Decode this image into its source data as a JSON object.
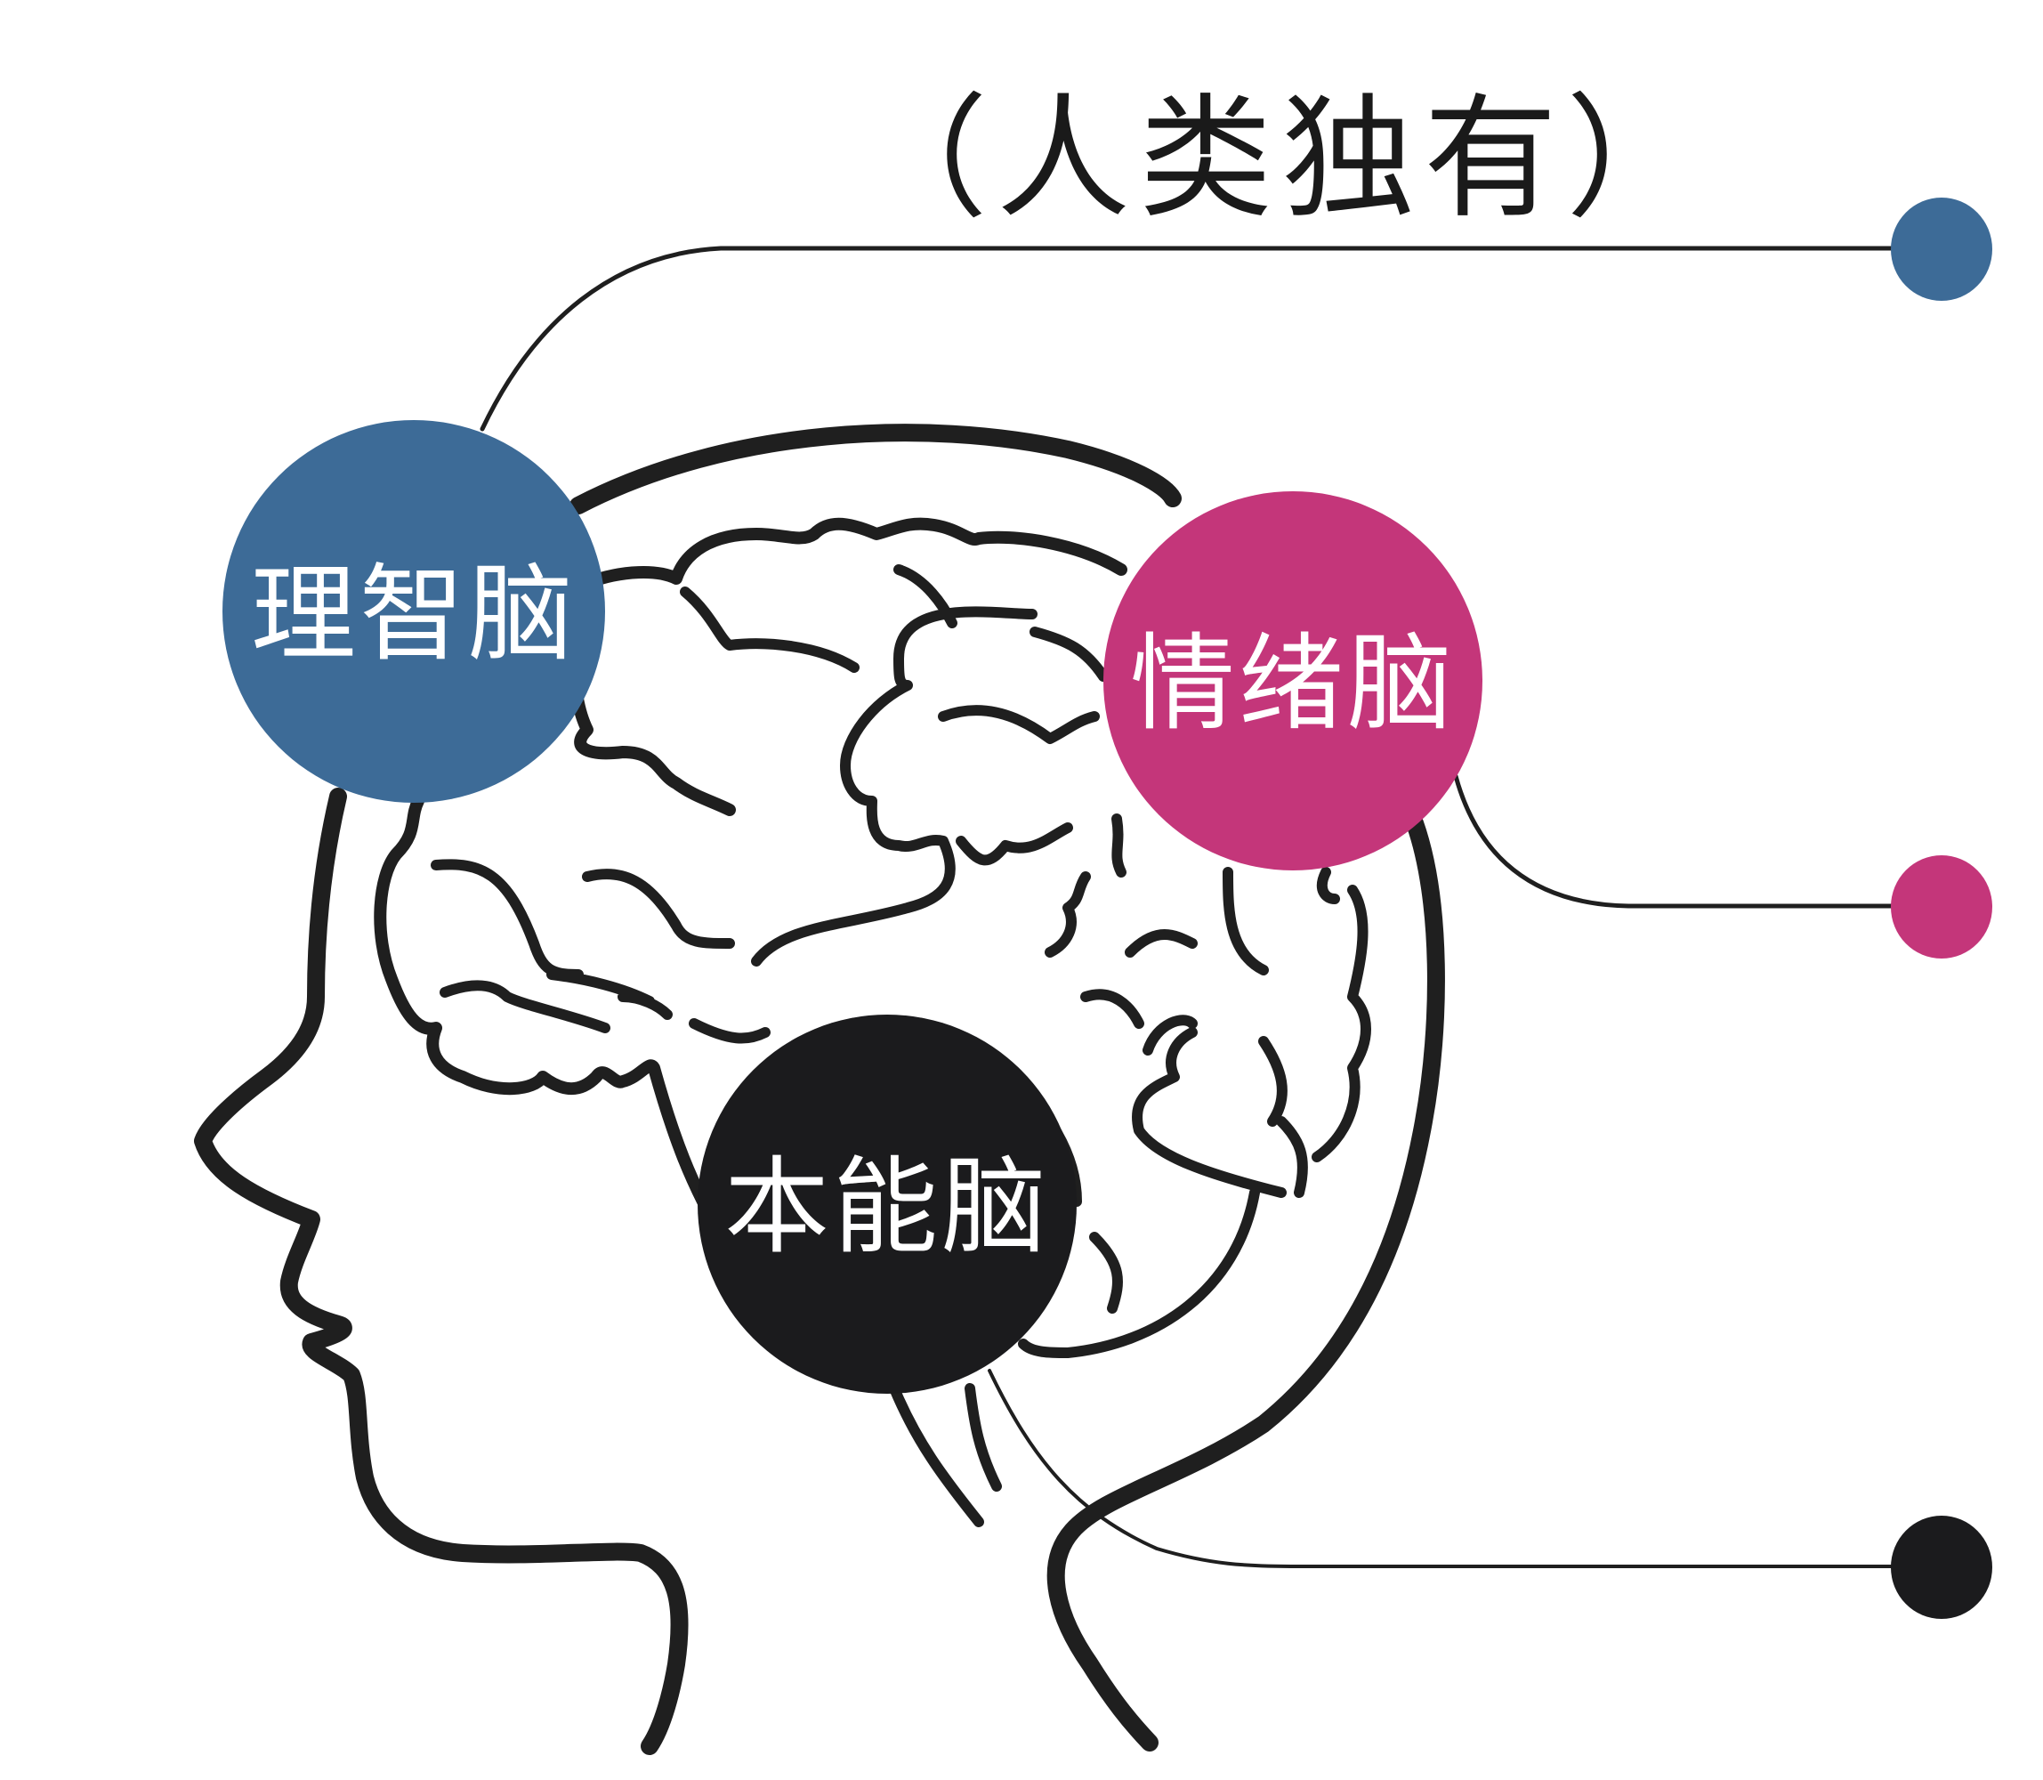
{
  "title": "（人类独有）",
  "colors": {
    "rational": "#3d6b97",
    "emotional": "#c4367a",
    "instinct": "#1b1b1d",
    "outline": "#1f1f1f",
    "background": "#ffffff"
  },
  "nodes": [
    {
      "id": "rational",
      "label": "理智脑",
      "color": "#3d6b97"
    },
    {
      "id": "emotional",
      "label": "情绪脑",
      "color": "#c4367a"
    },
    {
      "id": "instinct",
      "label": "本能脑",
      "color": "#1b1b1d"
    }
  ],
  "legend_dots": [
    {
      "for": "rational",
      "color": "#3d6b97"
    },
    {
      "for": "emotional",
      "color": "#c4367a"
    },
    {
      "for": "instinct",
      "color": "#1b1b1d"
    }
  ]
}
